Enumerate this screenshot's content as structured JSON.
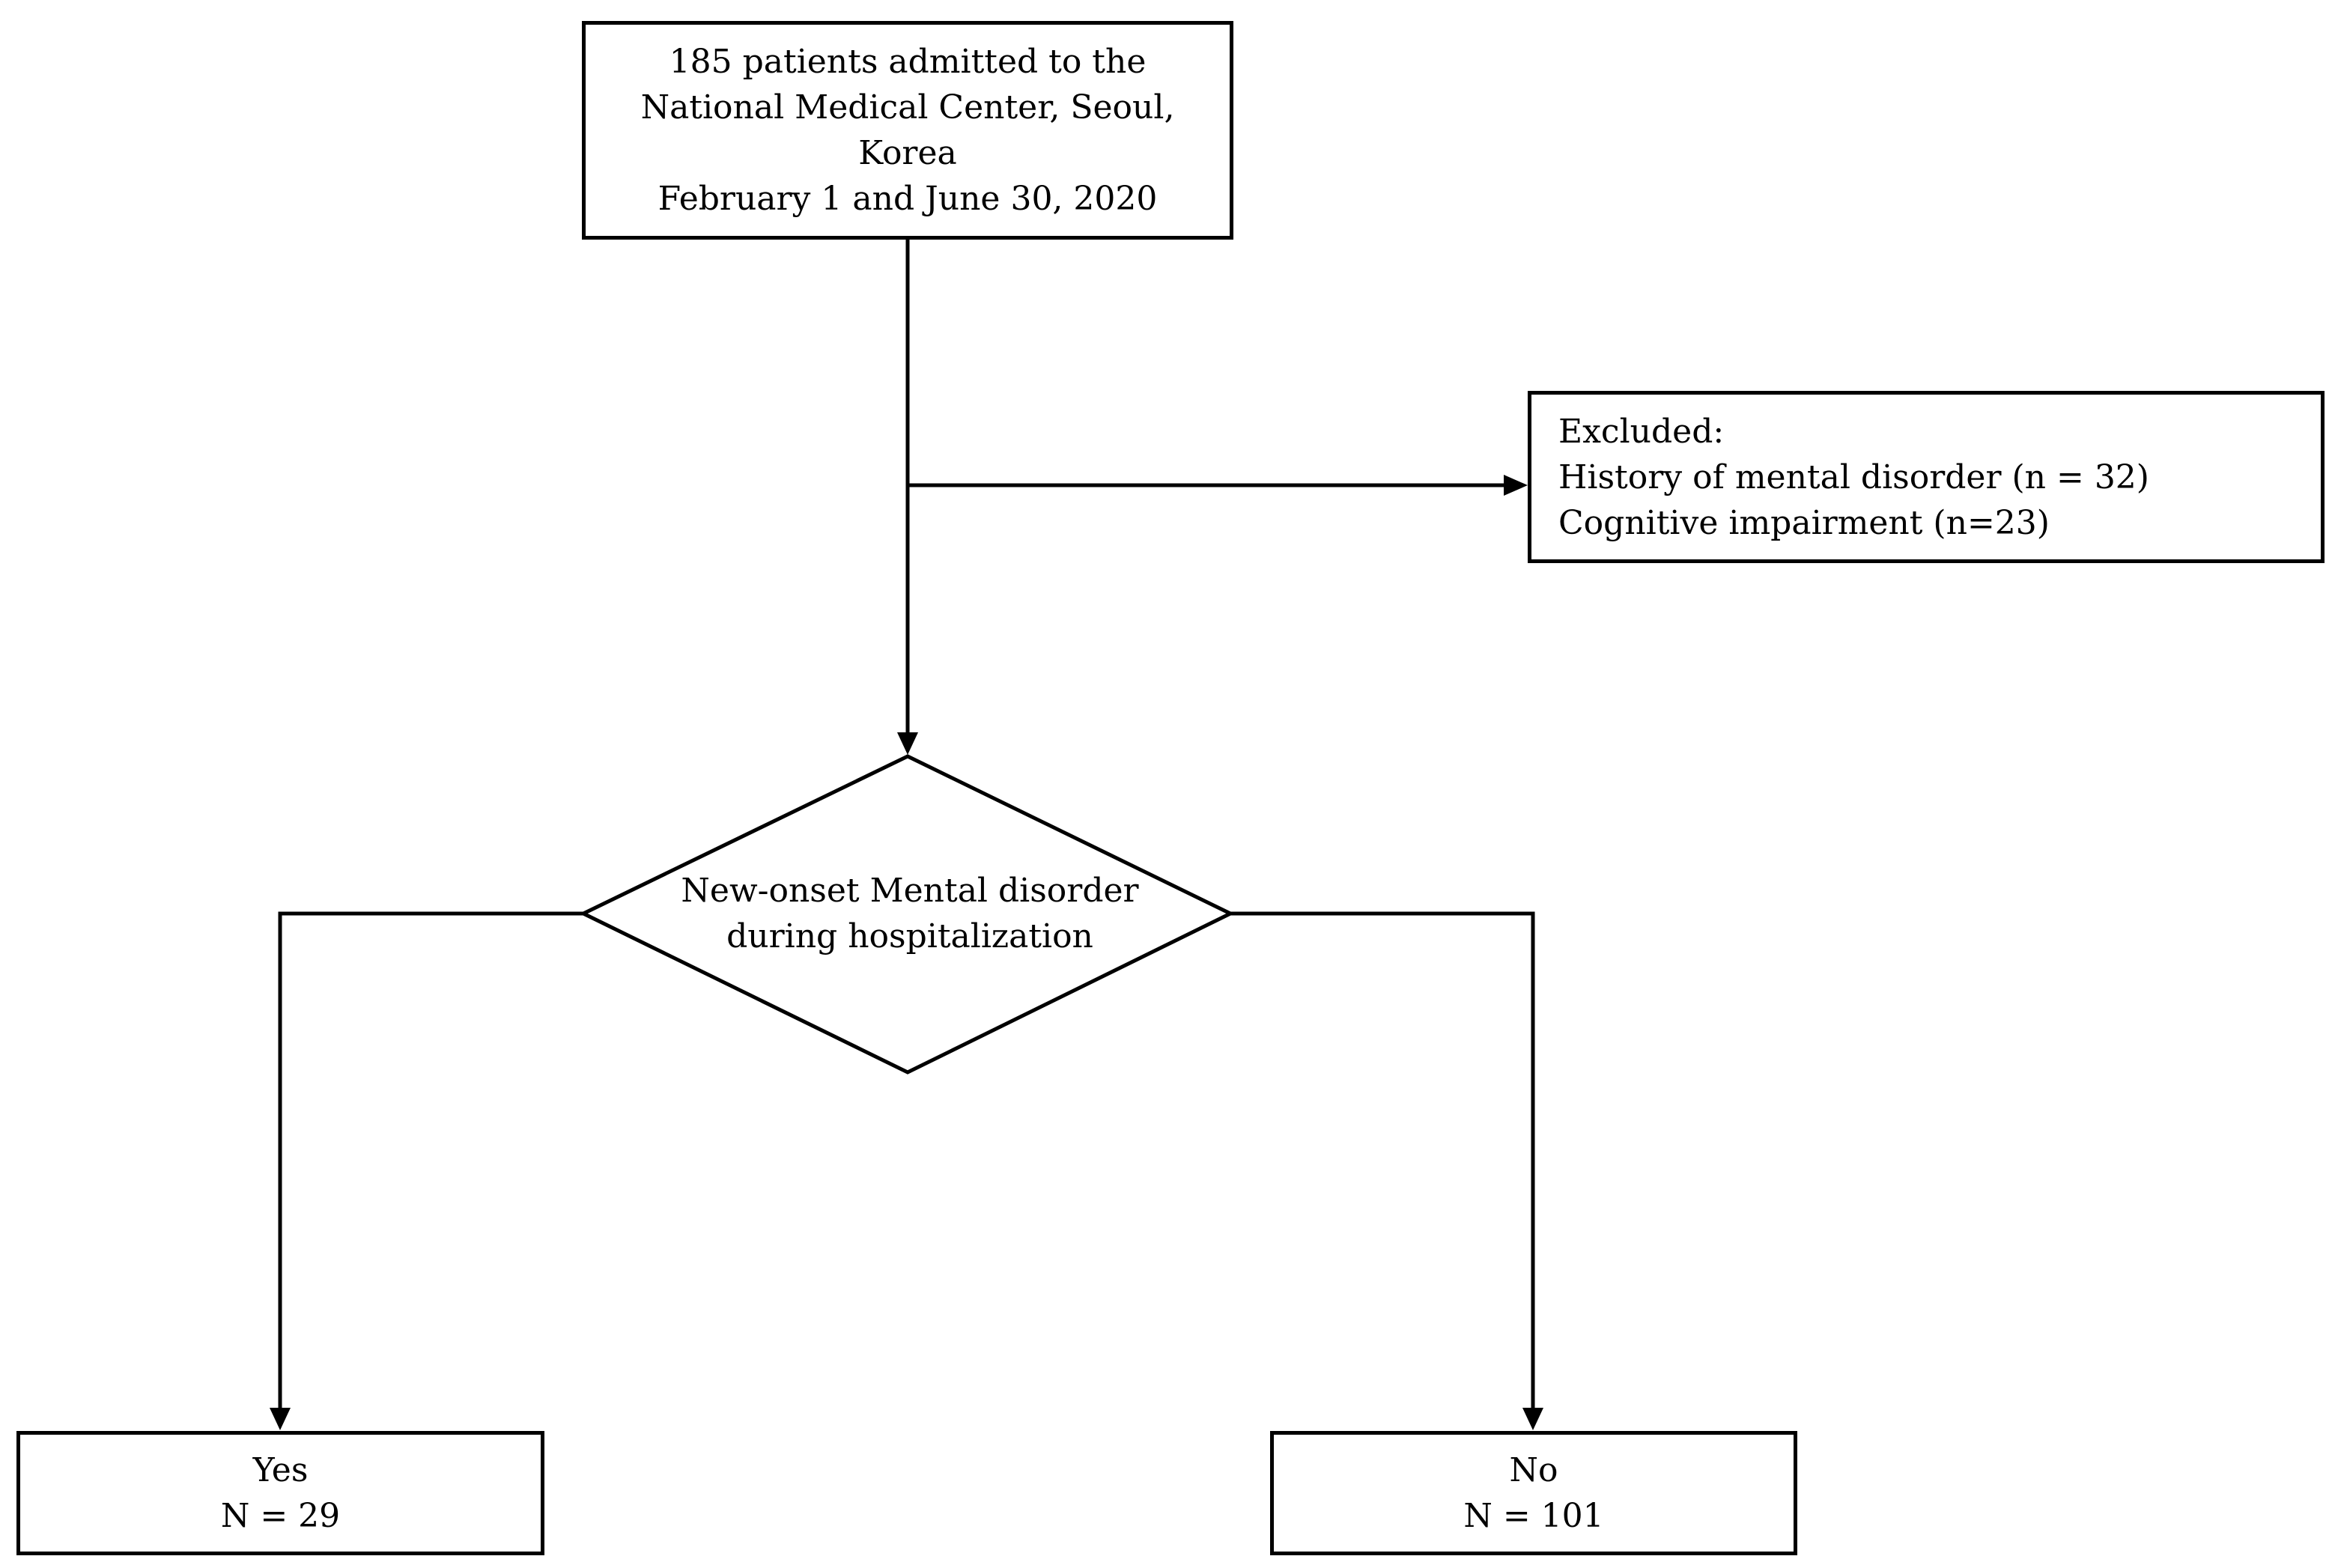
{
  "diagram": {
    "start": {
      "lines": [
        "185 patients admitted to the",
        "National Medical Center, Seoul,",
        "Korea",
        "February 1 and June 30, 2020"
      ]
    },
    "excluded": {
      "lines": [
        "Excluded:",
        "History of mental disorder (n = 32)",
        "Cognitive impairment (n=23)"
      ]
    },
    "decision": {
      "lines": [
        "New-onset Mental disorder",
        "during hospitalization"
      ]
    },
    "yes": {
      "lines": [
        "Yes",
        "N = 29"
      ]
    },
    "no": {
      "lines": [
        "No",
        "N = 101"
      ]
    }
  }
}
